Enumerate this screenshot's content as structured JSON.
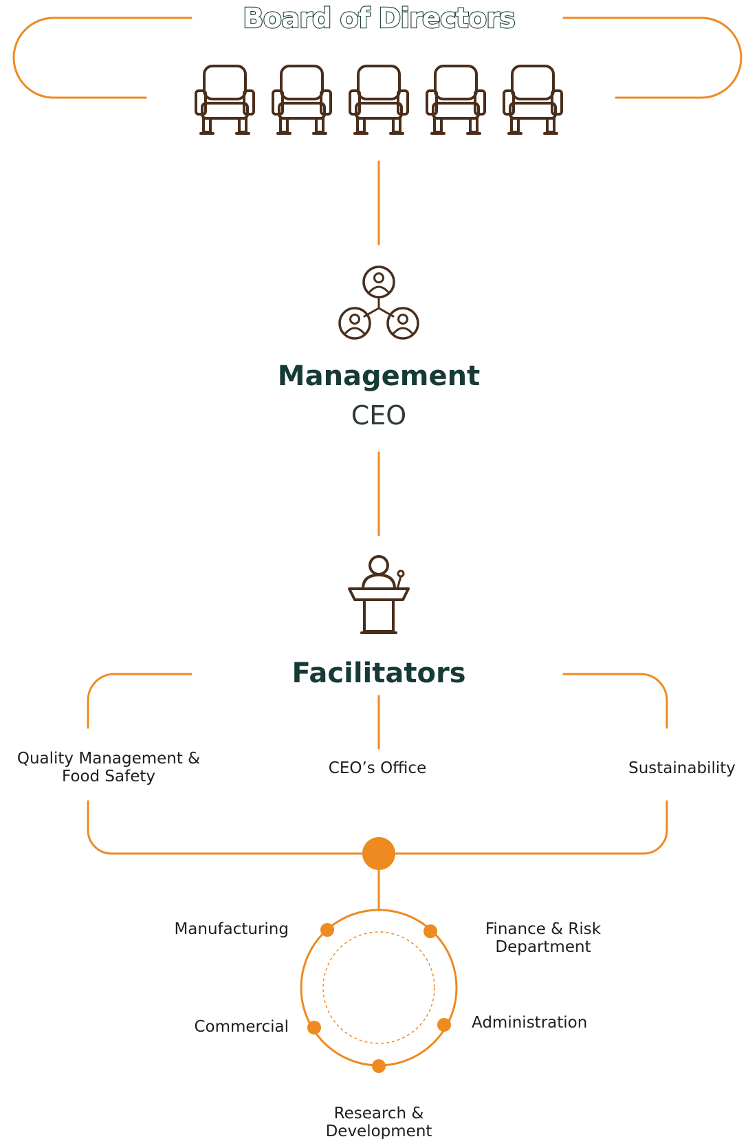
{
  "board": {
    "title": "Board of Directors",
    "seat_count": 5,
    "icon": "chair-icon"
  },
  "management": {
    "title": "Management",
    "subtitle": "CEO",
    "icon": "team-network-icon"
  },
  "facilitators": {
    "title": "Facilitators",
    "icon": "speaker-podium-icon",
    "items": [
      {
        "label_lines": [
          "Quality Management &",
          "Food Safety"
        ]
      },
      {
        "label_lines": [
          "CEO’s Office"
        ]
      },
      {
        "label_lines": [
          "Sustainability"
        ]
      }
    ]
  },
  "departments": [
    {
      "label_lines": [
        "Manufacturing"
      ]
    },
    {
      "label_lines": [
        "Finance & Risk",
        "Department"
      ]
    },
    {
      "label_lines": [
        "Commercial"
      ]
    },
    {
      "label_lines": [
        "Administration"
      ]
    },
    {
      "label_lines": [
        "Research &",
        "Development"
      ]
    }
  ],
  "colors": {
    "accent": "#ee8a1f",
    "icon": "#4a2e1c",
    "heading": "#163a35"
  }
}
